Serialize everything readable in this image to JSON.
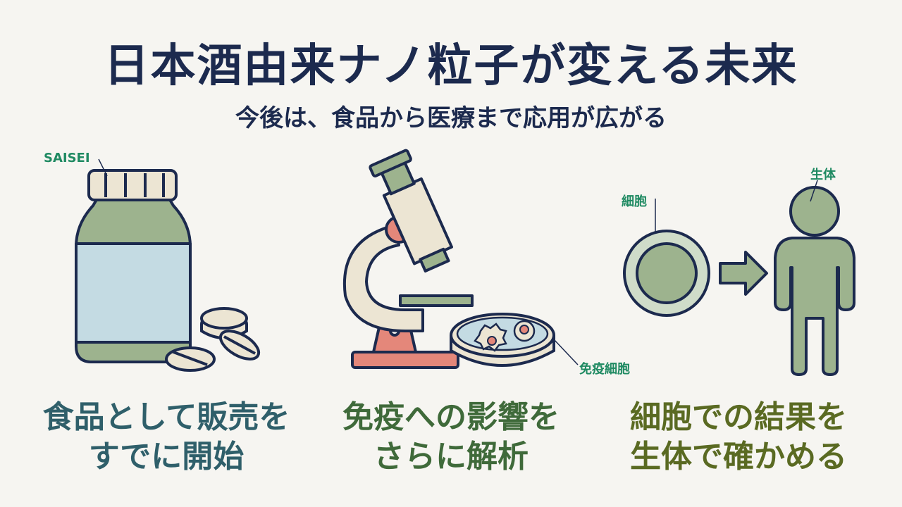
{
  "header": {
    "title": "日本酒由来ナノ粒子が変える未来",
    "subtitle": "今後は、食品から医療まで応用が広がる"
  },
  "panels": [
    {
      "annotations": [
        "SAISEI"
      ],
      "caption_lines": [
        "食品として販売を",
        "すでに開始"
      ],
      "caption_color": "#2f5f6a"
    },
    {
      "annotations": [
        "免疫細胞"
      ],
      "caption_lines": [
        "免疫への影響を",
        "さらに解析"
      ],
      "caption_color": "#3f6a3a"
    },
    {
      "annotations": [
        "細胞",
        "生体"
      ],
      "caption_lines": [
        "細胞での結果を",
        "生体で確かめる"
      ],
      "caption_color": "#5a6a22"
    }
  ],
  "colors": {
    "outline": "#1c2a4e",
    "sage": "#9db38e",
    "label_blue": "#c4dbe3",
    "cream": "#ece5d3",
    "coral": "#e4877a",
    "annotation_green": "#1f8a62"
  },
  "icons": [
    "supplement-bottle-icon",
    "tablet-icon",
    "microscope-icon",
    "petri-dish-icon",
    "cell-icon",
    "arrow-right-icon",
    "human-figure-icon"
  ]
}
